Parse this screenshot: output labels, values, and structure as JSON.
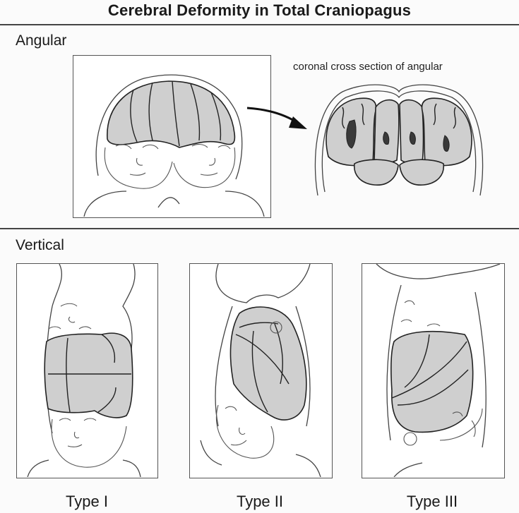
{
  "title": "Cerebral Deformity in Total Craniopagus",
  "angular": {
    "label": "Angular",
    "caption": "coronal cross section of angular"
  },
  "vertical": {
    "label": "Vertical",
    "types": [
      "Type I",
      "Type II",
      "Type III"
    ]
  }
}
